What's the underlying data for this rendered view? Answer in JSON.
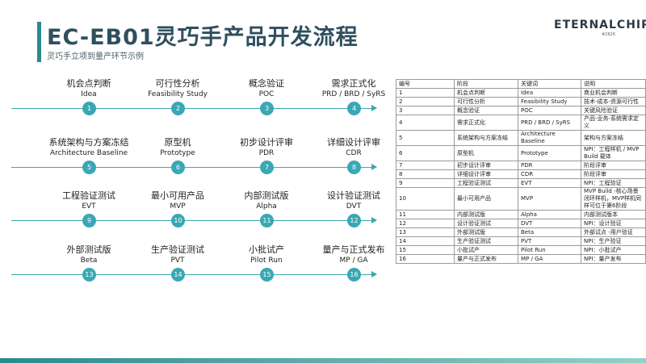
{
  "header": {
    "title": "EC-EB01灵巧手产品开发流程",
    "subtitle": "灵巧手立项到量产环节示例",
    "logo_text": "ETERNALCHIP",
    "logo_sub": "#2826"
  },
  "colors": {
    "accent": "#2a8a8e",
    "circle": "#39a8b4",
    "line": "#3ba8b0",
    "title": "#2f4f5f"
  },
  "flow": [
    {
      "steps": [
        {
          "name": "机会点判断",
          "sub": "Idea",
          "num": "1"
        },
        {
          "name": "可行性分析",
          "sub": "Feasibility Study",
          "num": "2"
        },
        {
          "name": "概念验证",
          "sub": "POC",
          "num": "3"
        },
        {
          "name": "需求正式化",
          "sub": "PRD / BRD / SyRS",
          "num": "4"
        }
      ]
    },
    {
      "steps": [
        {
          "name": "系统架构与方案冻结",
          "sub": "Architecture Baseline",
          "num": "5"
        },
        {
          "name": "原型机",
          "sub": "Prototype",
          "num": "6"
        },
        {
          "name": "初步设计评审",
          "sub": "PDR",
          "num": "7"
        },
        {
          "name": "详细设计评审",
          "sub": "CDR",
          "num": "8"
        }
      ]
    },
    {
      "steps": [
        {
          "name": "工程验证测试",
          "sub": "EVT",
          "num": "9"
        },
        {
          "name": "最小可用产品",
          "sub": "MVP",
          "num": "10"
        },
        {
          "name": "内部测试版",
          "sub": "Alpha",
          "num": "11"
        },
        {
          "name": "设计验证测试",
          "sub": "DVT",
          "num": "12"
        }
      ]
    },
    {
      "steps": [
        {
          "name": "外部测试版",
          "sub": "Beta",
          "num": "13"
        },
        {
          "name": "生产验证测试",
          "sub": "PVT",
          "num": "14"
        },
        {
          "name": "小批试产",
          "sub": "Pilot Run",
          "num": "15"
        },
        {
          "name": "量产与正式发布",
          "sub": "MP / GA",
          "num": "16"
        }
      ]
    }
  ],
  "table": {
    "headers": [
      "编号",
      "阶段",
      "关键词",
      "说明"
    ],
    "rows": [
      [
        "1",
        "机会点判断",
        "Idea",
        "商业机会判断"
      ],
      [
        "2",
        "可行性分析",
        "Feasibility Study",
        "技术-成本-资源可行性"
      ],
      [
        "3",
        "概念验证",
        "POC",
        "关键风险验证"
      ],
      [
        "4",
        "需求正式化",
        "PRD / BRD / SyRS",
        "产品-业务-系统需求定义"
      ],
      [
        "5",
        "系统架构与方案冻结",
        "Architecture Baseline",
        "架构与方案冻结"
      ],
      [
        "6",
        "原型机",
        "Prototype",
        "NPI：工程样机 / MVP Build 载体"
      ],
      [
        "7",
        "初步设计评审",
        "PDR",
        "阶段评审"
      ],
      [
        "8",
        "详细设计评审",
        "CDR",
        "阶段评审"
      ],
      [
        "9",
        "工程验证测试",
        "EVT",
        "NPI：工程验证"
      ],
      [
        "10",
        "最小可用产品",
        "MVP",
        "MVP Build -核心场景闭环样机，MVP样机同样可位于第6阶段"
      ],
      [
        "11",
        "内部测试版",
        "Alpha",
        "内部测试版本"
      ],
      [
        "12",
        "设计验证测试",
        "DVT",
        "NPI：设计验证"
      ],
      [
        "13",
        "外部测试版",
        "Beta",
        "外部试点 -用户验证"
      ],
      [
        "14",
        "生产验证测试",
        "PVT",
        "NPI：生产验证"
      ],
      [
        "15",
        "小批试产",
        "Pilot Run",
        "NPI：小批试产"
      ],
      [
        "16",
        "量产与正式发布",
        "MP / GA",
        "NPI：量产发布"
      ]
    ]
  }
}
